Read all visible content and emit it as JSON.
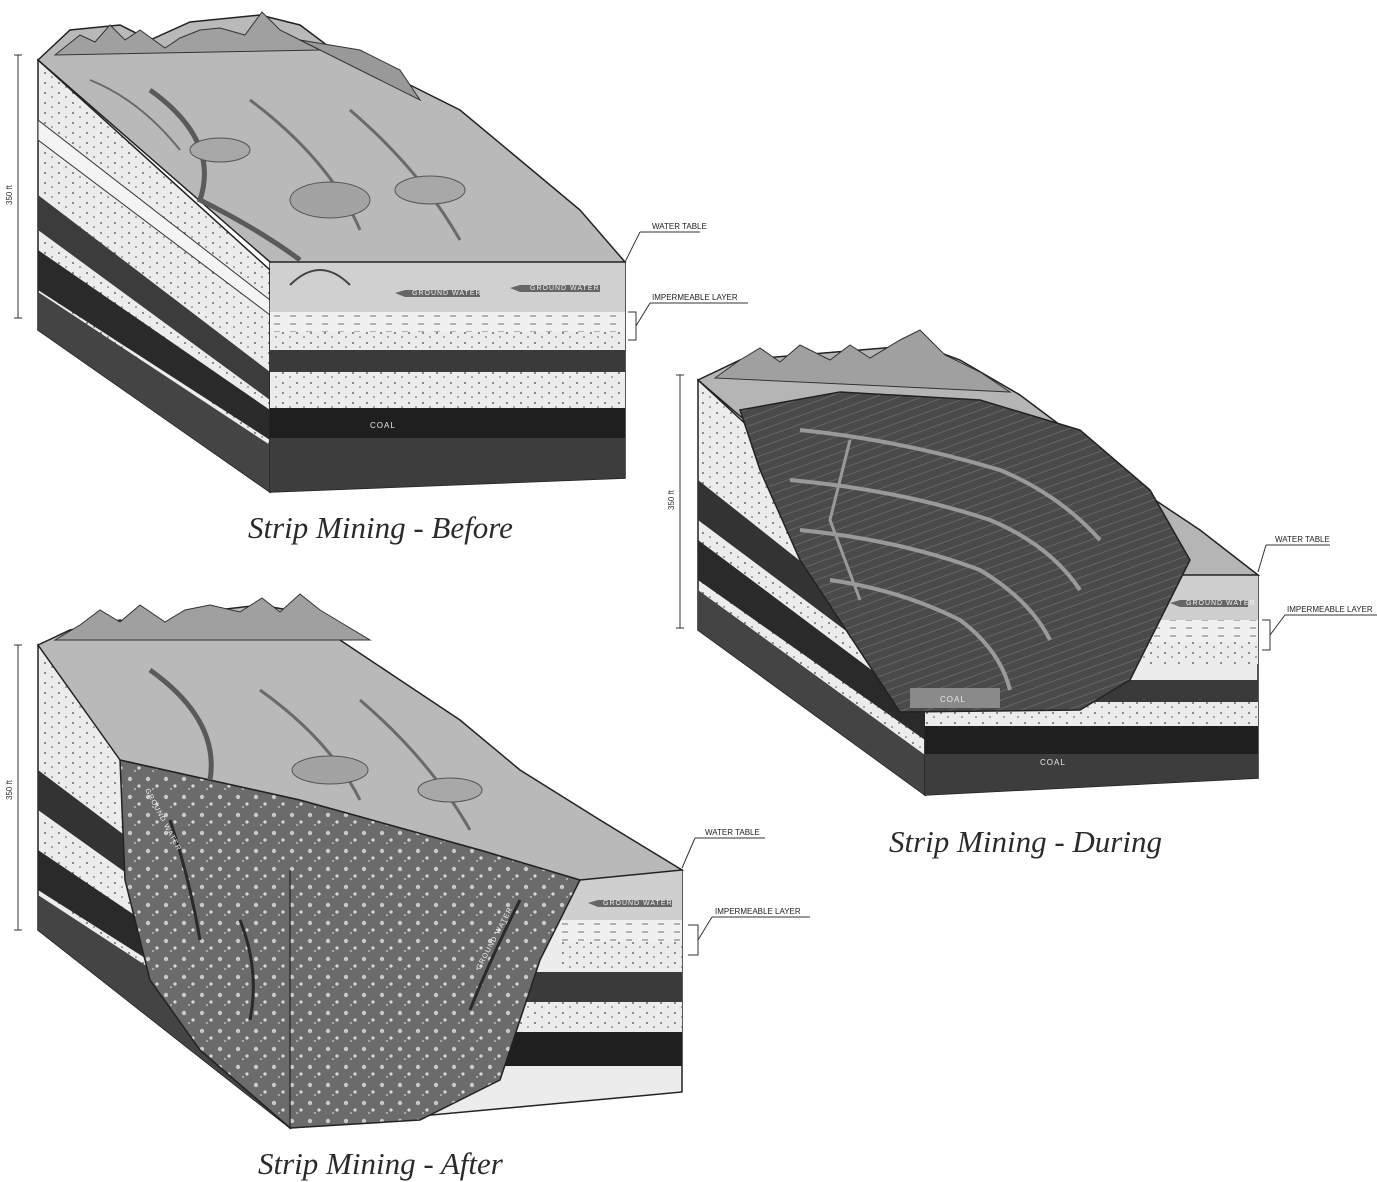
{
  "panels": {
    "before": {
      "caption": "Strip Mining - Before",
      "water_table": "WATER TABLE",
      "impermeable_layer": "IMPERMEABLE LAYER",
      "ground_water_1": "GROUND WATER",
      "ground_water_2": "GROUND WATER",
      "coal": "COAL",
      "depth": "350 ft"
    },
    "during": {
      "caption": "Strip Mining - During",
      "water_table": "WATER TABLE",
      "impermeable_layer": "IMPERMEABLE LAYER",
      "ground_water": "GROUND WATER",
      "coal_pit": "COAL",
      "coal": "COAL",
      "depth": "350 ft"
    },
    "after": {
      "caption": "Strip Mining - After",
      "water_table": "WATER TABLE",
      "impermeable_layer": "IMPERMEABLE LAYER",
      "ground_water_1": "GROUND WATER",
      "ground_water_2": "GROUND WATER",
      "ground_water_3": "GROUND WATER",
      "depth": "350 ft"
    }
  },
  "colors": {
    "surface": "#b8b8b8",
    "mountains": "#9a9a9a",
    "light_strata": "#e9e9e9",
    "dark_strata": "#3a3a3a",
    "pit": "#555555",
    "spoil": "#6a6a6a"
  }
}
